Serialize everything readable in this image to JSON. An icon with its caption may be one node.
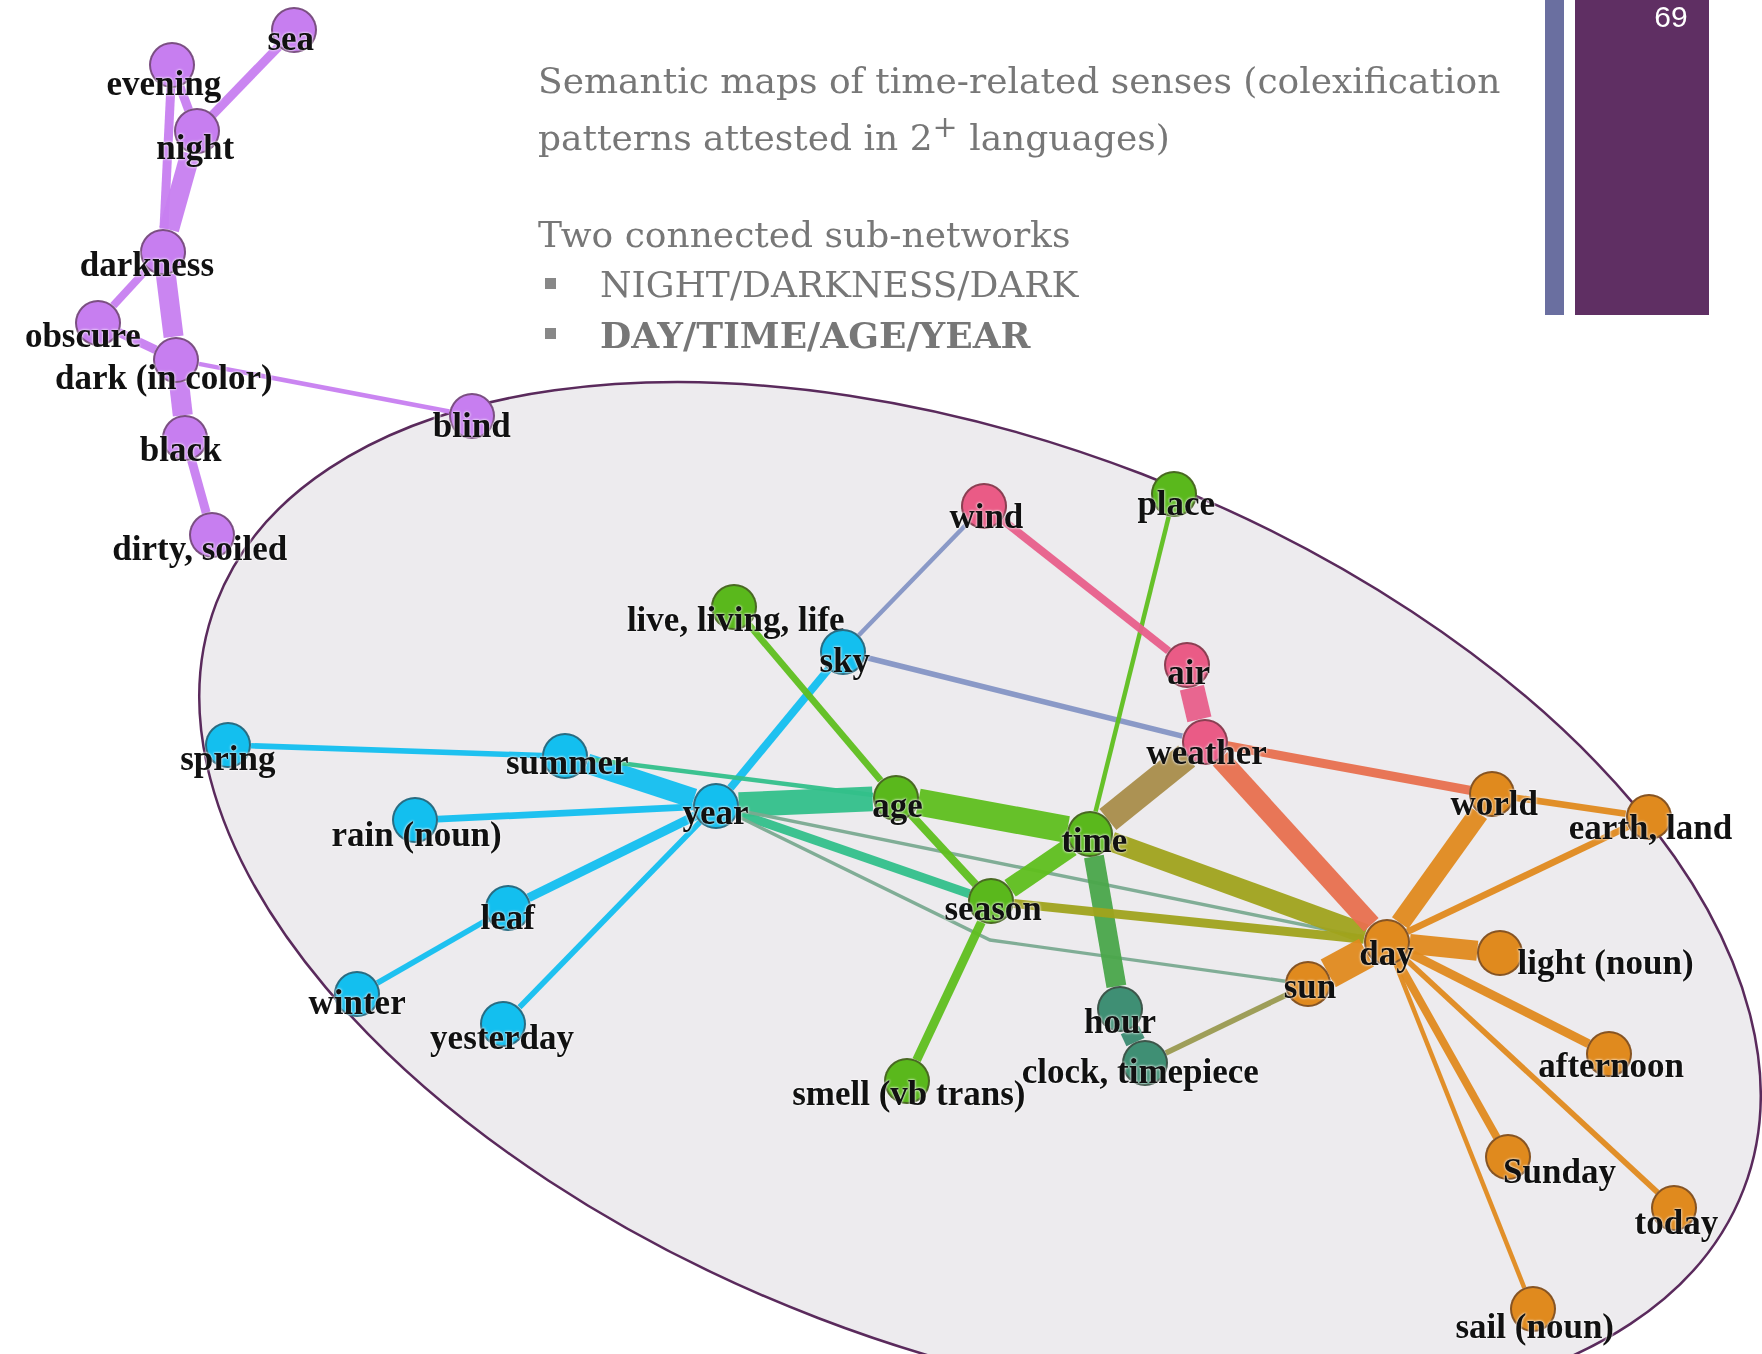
{
  "diagram": {
    "title": "Semantic maps of time-related senses (colexification patterns attested in 2$^{+}$ languages)",
    "nodes": [
      {
        "text": [
          "sea"
        ]
      },
      {
        "text": [
          "evening"
        ]
      },
      {
        "text": [
          "night"
        ]
      },
      {
        "text": [
          "darkness"
        ]
      },
      {
        "text": [
          "obscure"
        ]
      },
      {
        "text": [
          "dark (in color)"
        ]
      },
      {
        "text": [
          "blind"
        ]
      },
      {
        "text": [
          "black"
        ]
      },
      {
        "text": [
          "dirty, soiled"
        ]
      },
      {
        "text": [
          "wind"
        ]
      },
      {
        "text": [
          "place"
        ]
      },
      {
        "text": [
          "live, living, life"
        ]
      },
      {
        "text": [
          "sky"
        ]
      },
      {
        "text": [
          "air"
        ]
      },
      {
        "text": [
          "weather"
        ]
      },
      {
        "text": [
          "spring"
        ]
      },
      {
        "text": [
          "summer"
        ]
      },
      {
        "text": [
          "world"
        ]
      },
      {
        "text": [
          "year"
        ]
      },
      {
        "text": [
          "age"
        ]
      },
      {
        "text": [
          "earth, land"
        ]
      },
      {
        "text": [
          "rain (noun)"
        ]
      },
      {
        "text": [
          "time"
        ]
      },
      {
        "text": [
          "season"
        ]
      },
      {
        "text": [
          "leaf"
        ]
      },
      {
        "text": [
          "day"
        ]
      },
      {
        "text": [
          "sun"
        ]
      },
      {
        "text": [
          "winter"
        ]
      },
      {
        "text": [
          "hour"
        ]
      },
      {
        "text": [
          "light (noun)"
        ]
      },
      {
        "text": [
          "yesterday"
        ]
      },
      {
        "text": [
          "afternoon"
        ]
      },
      {
        "text": [
          "clock, timepiece"
        ]
      },
      {
        "text": [
          "smell (vb trans)"
        ]
      },
      {
        "text": [
          "Sunday"
        ]
      },
      {
        "text": [
          "today"
        ]
      },
      {
        "text": [
          "sail (noun)"
        ]
      }
    ],
    "edges": [
      {
        "from": 0,
        "to": 2,
        "arrow": "none",
        "color": "#c77ef0"
      },
      {
        "from": 1,
        "to": 2,
        "arrow": "none",
        "color": "#c77ef0"
      },
      {
        "from": 1,
        "to": 3,
        "arrow": "none",
        "color": "#c77ef0"
      },
      {
        "from": 2,
        "to": 3,
        "arrow": "none",
        "color": "#c77ef0",
        "style": "thick"
      },
      {
        "from": 3,
        "to": 4,
        "arrow": "none",
        "color": "#c77ef0"
      },
      {
        "from": 4,
        "to": 5,
        "arrow": "none",
        "color": "#c77ef0"
      },
      {
        "from": 3,
        "to": 5,
        "arrow": "none",
        "color": "#c77ef0",
        "style": "thick"
      },
      {
        "from": 5,
        "to": 7,
        "arrow": "none",
        "color": "#c77ef0",
        "style": "thick"
      },
      {
        "from": 7,
        "to": 8,
        "arrow": "none",
        "color": "#c77ef0"
      },
      {
        "from": 5,
        "to": 6,
        "arrow": "none",
        "color": "#c77ef0"
      },
      {
        "from": 15,
        "to": 16,
        "arrow": "none",
        "color": "#13bfef"
      },
      {
        "from": 16,
        "to": 18,
        "arrow": "none",
        "color": "#13bfef",
        "style": "thick"
      },
      {
        "from": 21,
        "to": 18,
        "arrow": "none",
        "color": "#13bfef"
      },
      {
        "from": 24,
        "to": 18,
        "arrow": "none",
        "color": "#13bfef"
      },
      {
        "from": 27,
        "to": 24,
        "arrow": "none",
        "color": "#13bfef"
      },
      {
        "from": 30,
        "to": 18,
        "arrow": "none",
        "color": "#13bfef"
      },
      {
        "from": 12,
        "to": 18,
        "arrow": "none",
        "color": "#13bfef"
      },
      {
        "from": 9,
        "to": 12,
        "arrow": "none",
        "color": "#8595c4"
      },
      {
        "from": 12,
        "to": 14,
        "arrow": "none",
        "color": "#8595c4"
      },
      {
        "from": 16,
        "to": 19,
        "arrow": "none",
        "color": "#33c08a"
      },
      {
        "from": 18,
        "to": 19,
        "arrow": "none",
        "color": "#33c08a",
        "style": "thick"
      },
      {
        "from": 18,
        "to": 23,
        "arrow": "none",
        "color": "#33c08a"
      },
      {
        "from": 18,
        "to": 25,
        "arrow": "none",
        "color": "#7aaa90"
      },
      {
        "from": 18,
        "to": 26,
        "arrow": "none",
        "color": "#7aaa90"
      },
      {
        "from": 11,
        "to": 19,
        "arrow": "none",
        "color": "#5fbf1e"
      },
      {
        "from": 19,
        "to": 22,
        "arrow": "none",
        "color": "#5fbf1e",
        "style": "thick"
      },
      {
        "from": 19,
        "to": 23,
        "arrow": "none",
        "color": "#5fbf1e"
      },
      {
        "from": 23,
        "to": 22,
        "arrow": "none",
        "color": "#5fbf1e",
        "style": "thick"
      },
      {
        "from": 23,
        "to": 33,
        "arrow": "none",
        "color": "#5fbf1e"
      },
      {
        "from": 10,
        "to": 22,
        "arrow": "none",
        "color": "#5fbf1e"
      },
      {
        "from": 22,
        "to": 28,
        "arrow": "none",
        "color": "#4aa64a",
        "style": "thick"
      },
      {
        "from": 28,
        "to": 32,
        "arrow": "none",
        "color": "#3a8a70",
        "style": "thick"
      },
      {
        "from": 22,
        "to": 14,
        "arrow": "none",
        "color": "#a98d4a",
        "style": "thick"
      },
      {
        "from": 22,
        "to": 25,
        "arrow": "none",
        "color": "#a0a31c",
        "style": "thick"
      },
      {
        "from": 23,
        "to": 25,
        "arrow": "none",
        "color": "#a0a31c"
      },
      {
        "from": 32,
        "to": 26,
        "arrow": "none",
        "color": "#9a9a50"
      },
      {
        "from": 9,
        "to": 13,
        "arrow": "none",
        "color": "#e85f8a"
      },
      {
        "from": 13,
        "to": 14,
        "arrow": "none",
        "color": "#e85f8a",
        "style": "thick"
      },
      {
        "from": 14,
        "to": 17,
        "arrow": "none",
        "color": "#e8704e"
      },
      {
        "from": 14,
        "to": 25,
        "arrow": "none",
        "color": "#e8704e",
        "style": "thick"
      },
      {
        "from": 17,
        "to": 20,
        "arrow": "none",
        "color": "#e08a1e"
      },
      {
        "from": 17,
        "to": 25,
        "arrow": "none",
        "color": "#e08a1e",
        "style": "thick"
      },
      {
        "from": 20,
        "to": 25,
        "arrow": "none",
        "color": "#e08a1e"
      },
      {
        "from": 25,
        "to": 26,
        "arrow": "none",
        "color": "#e08a1e",
        "style": "thick"
      },
      {
        "from": 25,
        "to": 29,
        "arrow": "none",
        "color": "#e08a1e",
        "style": "thick"
      },
      {
        "from": 25,
        "to": 31,
        "arrow": "none",
        "color": "#e08a1e"
      },
      {
        "from": 25,
        "to": 34,
        "arrow": "none",
        "color": "#e08a1e"
      },
      {
        "from": 25,
        "to": 35,
        "arrow": "none",
        "color": "#e08a1e"
      },
      {
        "from": 25,
        "to": 36,
        "arrow": "none",
        "color": "#e08a1e"
      }
    ],
    "labels": [
      "69",
      "Two connected sub-networks",
      "NIGHT/DARKNESS/DARK",
      "DAY/TIME/AGE/YEAR"
    ]
  }
}
